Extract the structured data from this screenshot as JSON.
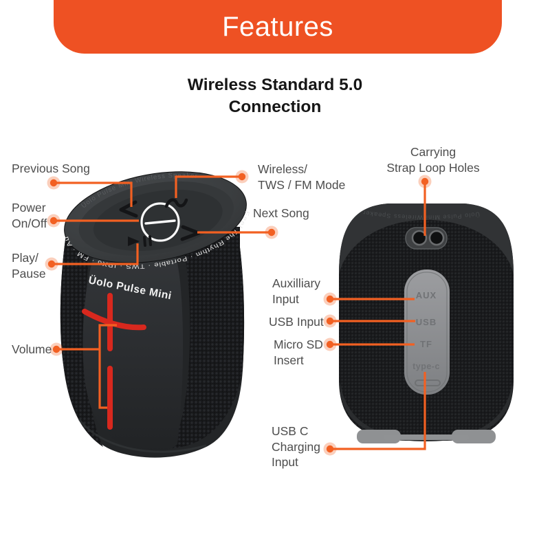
{
  "banner": {
    "title": "Features"
  },
  "heading": {
    "line1": "Wireless Standard 5.0",
    "line2": "Connection"
  },
  "colors": {
    "banner_orange": "#EE5123",
    "callout_orange": "#F26022",
    "volume_red": "#D8281E",
    "label_gray": "#4D4D4D"
  },
  "front_view": {
    "product_label": "Üolo Pulse Mini",
    "rim_back_text": "Üolo Pulse Mini Wireless Speaker",
    "rim_front_text": "Feel The Rhythm · Portable · TWS · IPX6 · FM · Aux · Memory (SD)",
    "callouts": {
      "previous_song": "Previous Song",
      "wireless": {
        "line1": "Wireless/",
        "line2": "TWS / FM Mode"
      },
      "power": {
        "line1": "Power",
        "line2": "On/Off"
      },
      "next_song": "Next Song",
      "play_pause": {
        "line1": "Play/",
        "line2": "Pause"
      },
      "volume": "Volume"
    }
  },
  "back_view": {
    "rim_text": "Üolo Pulse Mini Wireless Speaker",
    "ports": {
      "aux": "AUX",
      "usb": "USB",
      "tf": "TF",
      "type_c": "type-c"
    },
    "callouts": {
      "carrying": {
        "line1": "Carrying",
        "line2": "Strap Loop Holes"
      },
      "aux": {
        "line1": "Auxilliary",
        "line2": "Input"
      },
      "usb": "USB Input",
      "micro_sd": {
        "line1": "Micro SD",
        "line2": "Insert"
      },
      "usb_c": {
        "line1": "USB C",
        "line2": "Charging",
        "line3": "Input"
      }
    }
  }
}
